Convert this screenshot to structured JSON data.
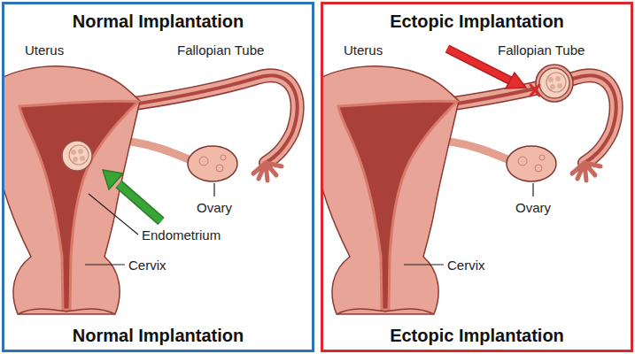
{
  "diagram": {
    "nodes": [
      {
        "text": [
          "Normal Implantation",
          "Normal Implantation"
        ]
      },
      {
        "text": [
          "Ectopic Implantation",
          "Ectopic Implantation"
        ]
      }
    ],
    "labels": [
      "Uterus",
      "Fallopian Tube",
      "Endometrium",
      "Ovary",
      "Cervix",
      "Uterus",
      "Fallopian Tube",
      "Ovary",
      "Cervix"
    ]
  }
}
